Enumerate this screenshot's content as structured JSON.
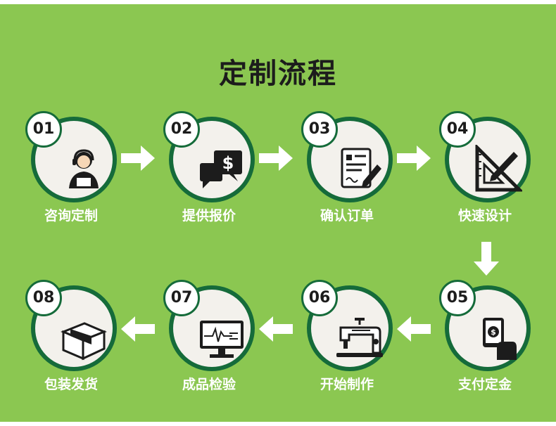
{
  "title": "定制流程",
  "steps": [
    {
      "num": "01",
      "label": "咨询定制",
      "icon": "customer-service-icon"
    },
    {
      "num": "02",
      "label": "提供报价",
      "icon": "price-quote-icon"
    },
    {
      "num": "03",
      "label": "确认订单",
      "icon": "order-confirm-icon"
    },
    {
      "num": "04",
      "label": "快速设计",
      "icon": "design-tools-icon"
    },
    {
      "num": "05",
      "label": "支付定金",
      "icon": "payment-icon"
    },
    {
      "num": "06",
      "label": "开始制作",
      "icon": "sewing-machine-icon"
    },
    {
      "num": "07",
      "label": "成品检验",
      "icon": "monitor-inspection-icon"
    },
    {
      "num": "08",
      "label": "包装发货",
      "icon": "package-box-icon"
    }
  ],
  "colors": {
    "background": "#8bc751",
    "ring": "#156b3a",
    "circle_fill": "#f3f1ec",
    "label_text": "#ffffff"
  }
}
